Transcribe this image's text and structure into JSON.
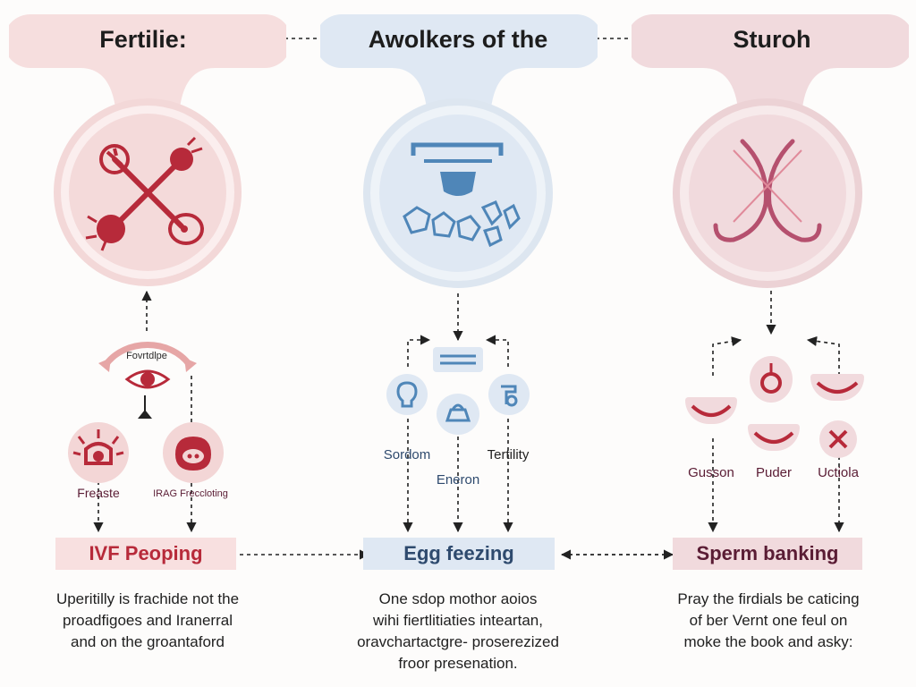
{
  "columns": [
    {
      "header": "Fertilie:",
      "sub_top_label": "Fovrtdlpe",
      "items": [
        "Freaste",
        "IRAG Freccloting"
      ],
      "method": "IVF Peoping",
      "description": [
        "Uperitilly is frachide not the",
        "proadfigoes and Iranerral",
        "and on the groantaford"
      ]
    },
    {
      "header": "Awolkers of the",
      "items": [
        "Sordom",
        "Tertility",
        "Eneron"
      ],
      "method": "Egg feezing",
      "description": [
        "One sdop mothor aoios",
        "wihi fiertlitiaties inteartan,",
        "oravchartactgre- proserezized",
        "froor presenation."
      ]
    },
    {
      "header": "Sturoh",
      "items": [
        "Gusson",
        "Puder",
        "Uctiola"
      ],
      "method": "Sperm banking",
      "description": [
        "Pray the firdials be caticing",
        "of ber Vernt one feul on",
        "moke the book and asky:"
      ]
    }
  ],
  "colors": {
    "red": "#b72a3a",
    "pink_bg": "#f6dede",
    "blue": "#4f86b8",
    "blue_bg": "#dfe8f3",
    "mauve": "#b5506e",
    "mauve_bg": "#f1dadd",
    "navy_text": "#2e4a6e",
    "maroon_text": "#5a1c34"
  }
}
